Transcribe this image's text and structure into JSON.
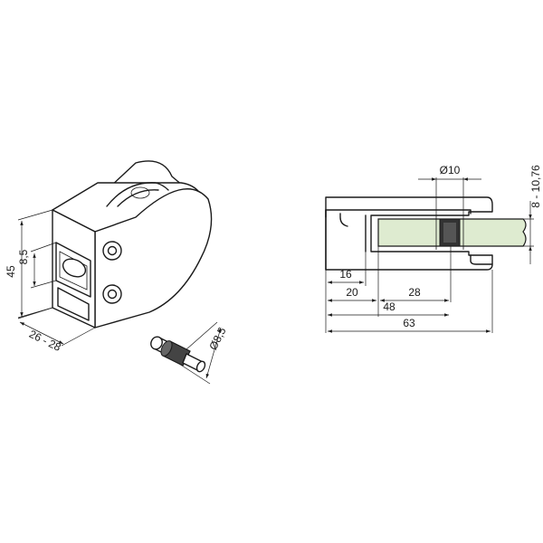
{
  "perspective_view": {
    "dim_height": "45",
    "dim_slot": "8,5",
    "dim_depth": "26 - 28",
    "dim_pin_diameter": "Ø8,5"
  },
  "section_view": {
    "dim_pin_diameter": "Ø10",
    "dim_glass_thickness": "8 - 10,76",
    "dim_16": "16",
    "dim_20": "20",
    "dim_28": "28",
    "dim_48": "48",
    "dim_63": "63"
  },
  "colors": {
    "glass": "#deebd0",
    "gasket": "#333333",
    "pin": "#444444",
    "line": "#1a1a1a"
  }
}
